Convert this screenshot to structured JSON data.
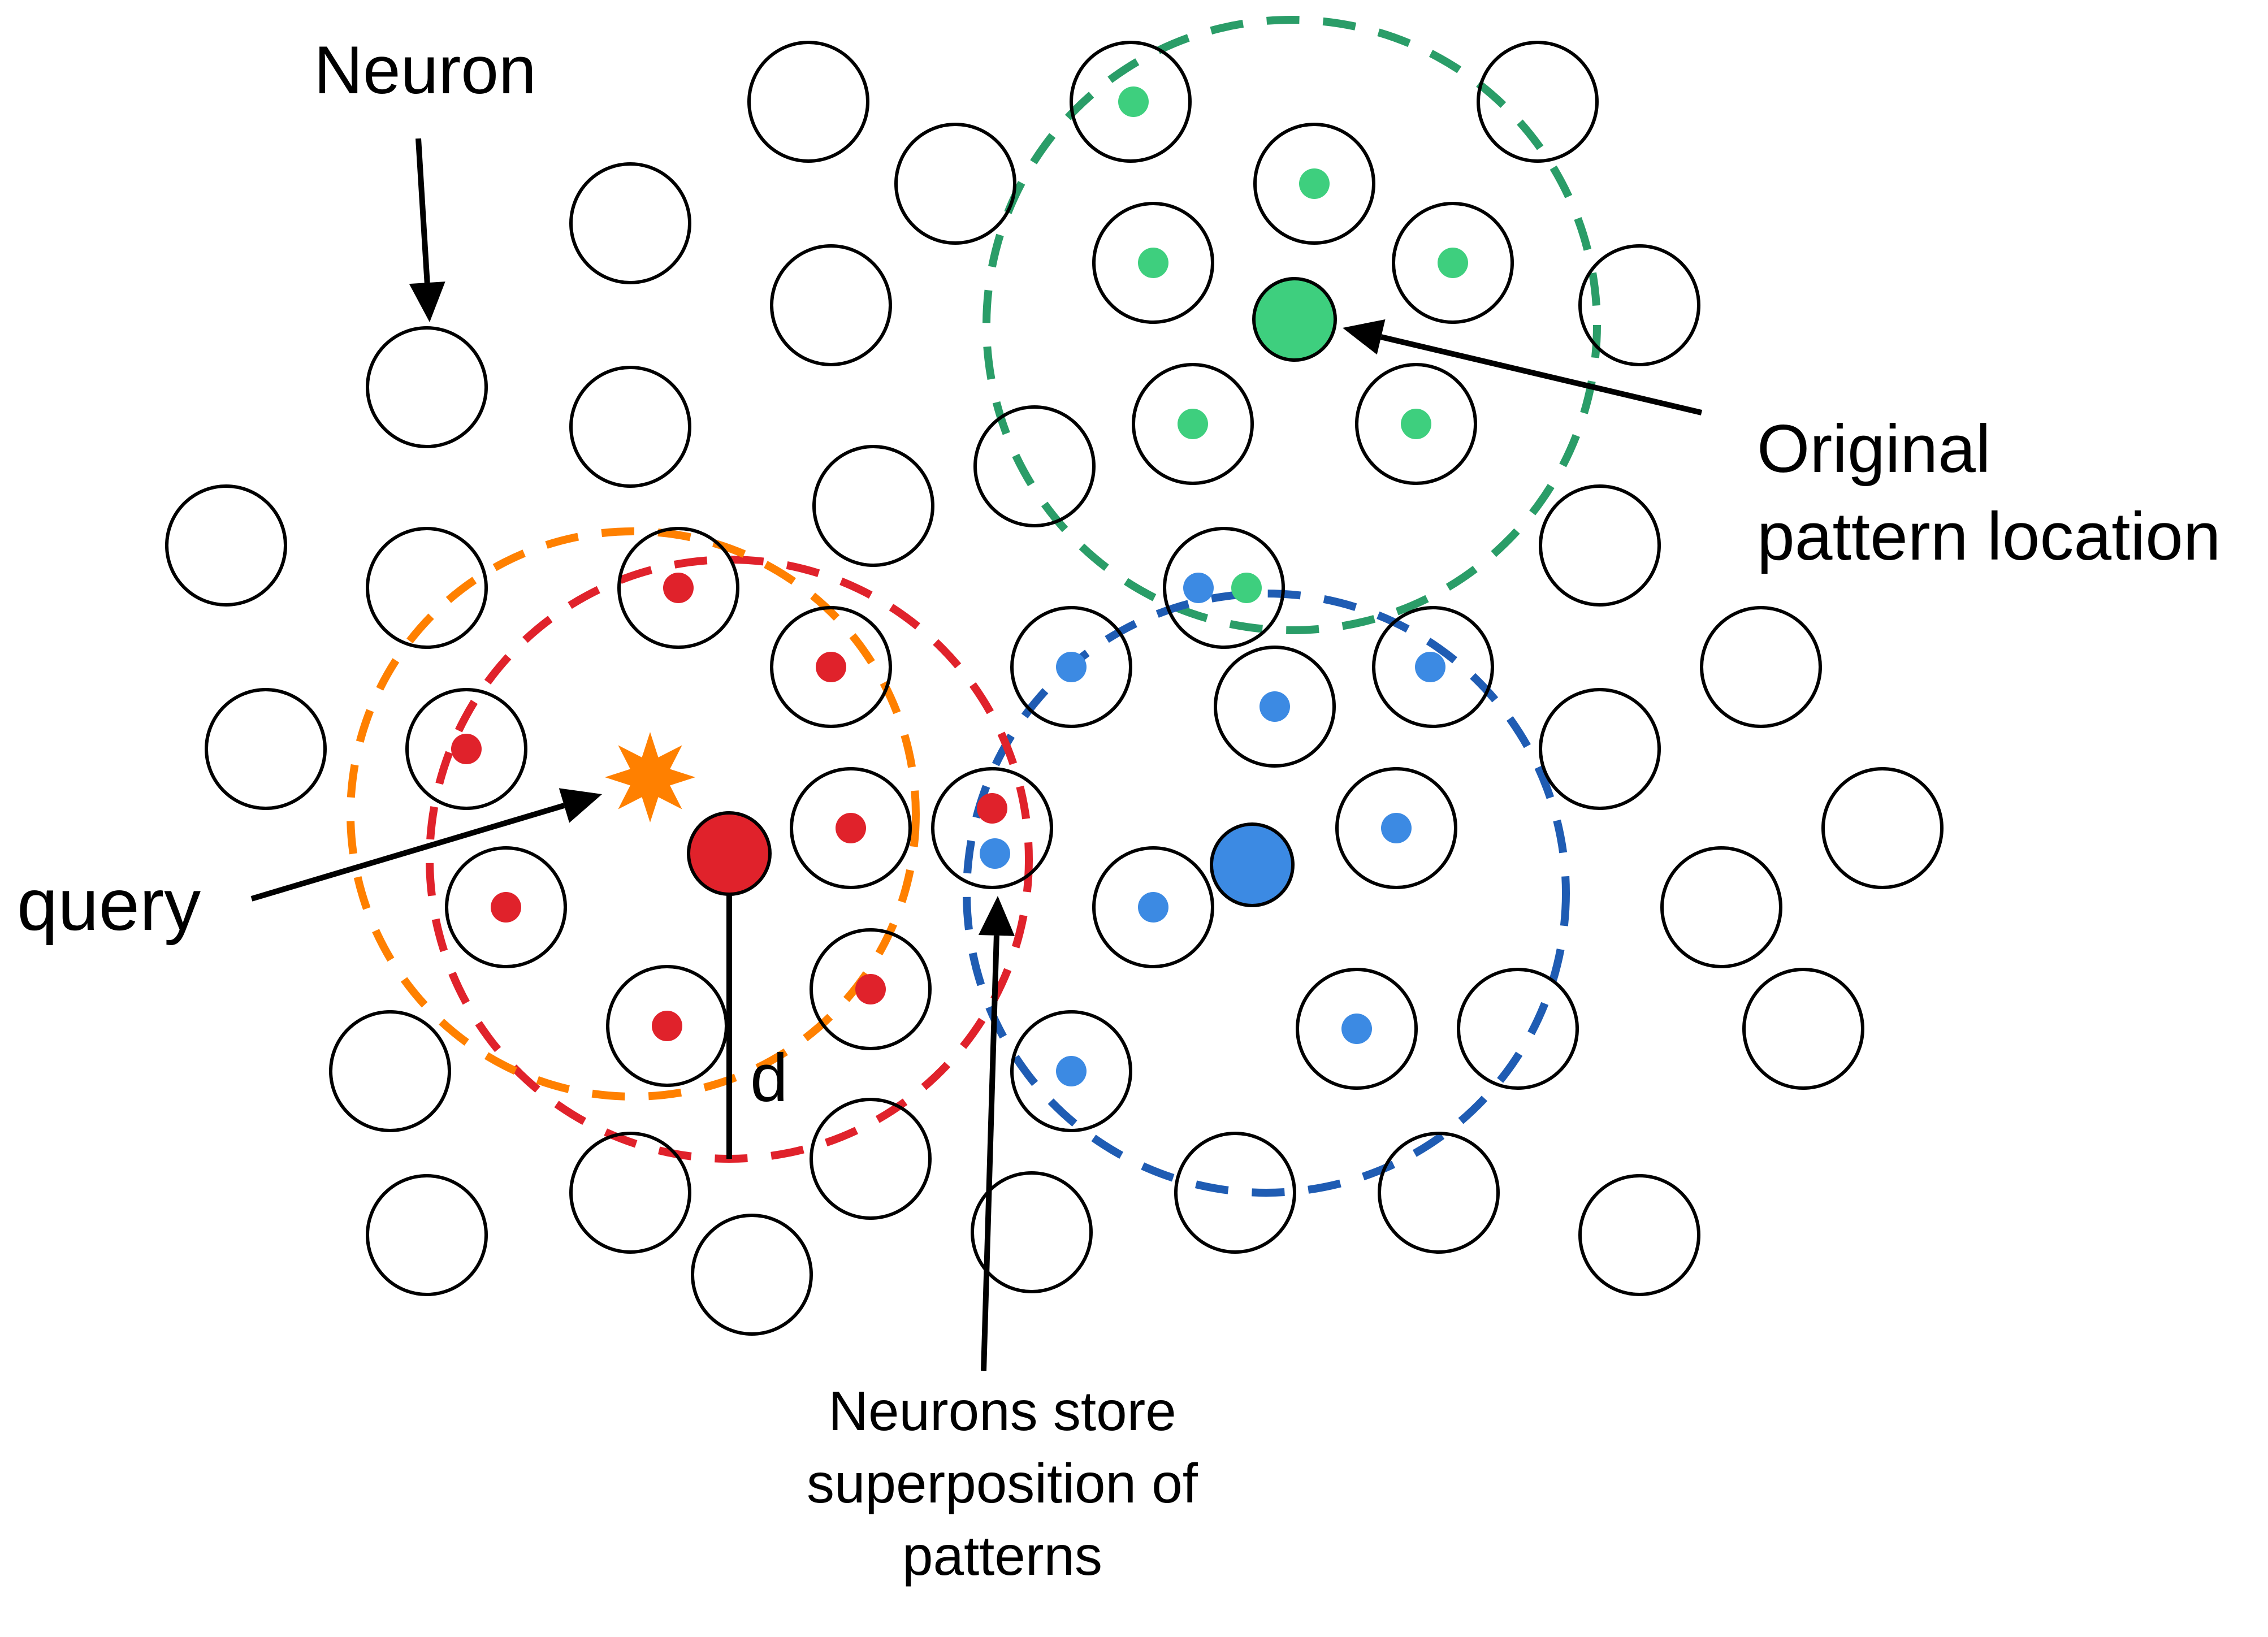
{
  "labels": {
    "neuron": "Neuron",
    "original_1": "Original",
    "original_2": "pattern location",
    "query": "query",
    "distance": "d",
    "superposition_1": "Neurons store",
    "superposition_2": "superposition of",
    "superposition_3": "patterns"
  },
  "colors": {
    "neuron_outline": "#000000",
    "green_pattern": "#3ecf7e",
    "green_radius": "#2a9d68",
    "blue_pattern": "#3c8ae3",
    "blue_radius": "#1f5cb3",
    "red_pattern": "#e0222b",
    "red_radius": "#e0222b",
    "query_star": "#ff8000",
    "query_radius": "#ff8000"
  },
  "icons": {
    "neuron": "circle-outline",
    "pattern_location": "filled-circle",
    "query": "star-burst"
  }
}
